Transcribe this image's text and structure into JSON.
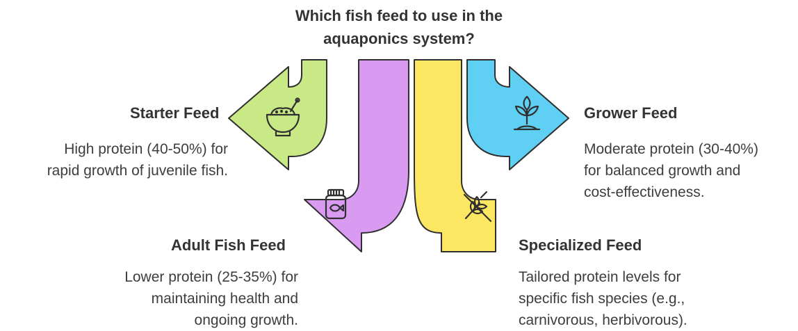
{
  "title": {
    "line1": "Which fish feed to use in the",
    "line2": "aquaponics system?"
  },
  "options": [
    {
      "label": "Starter Feed",
      "desc_lines": [
        "High protein (40-50%) for",
        "rapid growth of juvenile fish."
      ],
      "color": "#c9e986",
      "icon": "bowl-icon"
    },
    {
      "label": "Adult Fish Feed",
      "desc_lines": [
        "Lower protein (25-35%) for",
        "maintaining health and",
        "ongoing growth."
      ],
      "color": "#d99bf2",
      "icon": "fish-food-jar-icon"
    },
    {
      "label": "Specialized Feed",
      "desc_lines": [
        "Tailored protein levels for",
        "specific fish species (e.g.,",
        "carnivorous, herbivorous)."
      ],
      "color": "#fbe762",
      "icon": "no-wheat-icon"
    },
    {
      "label": "Grower Feed",
      "desc_lines": [
        "Moderate protein (30-40%)",
        "for balanced growth and",
        "cost-effectiveness."
      ],
      "color": "#5fcff3",
      "icon": "sprout-icon"
    }
  ]
}
